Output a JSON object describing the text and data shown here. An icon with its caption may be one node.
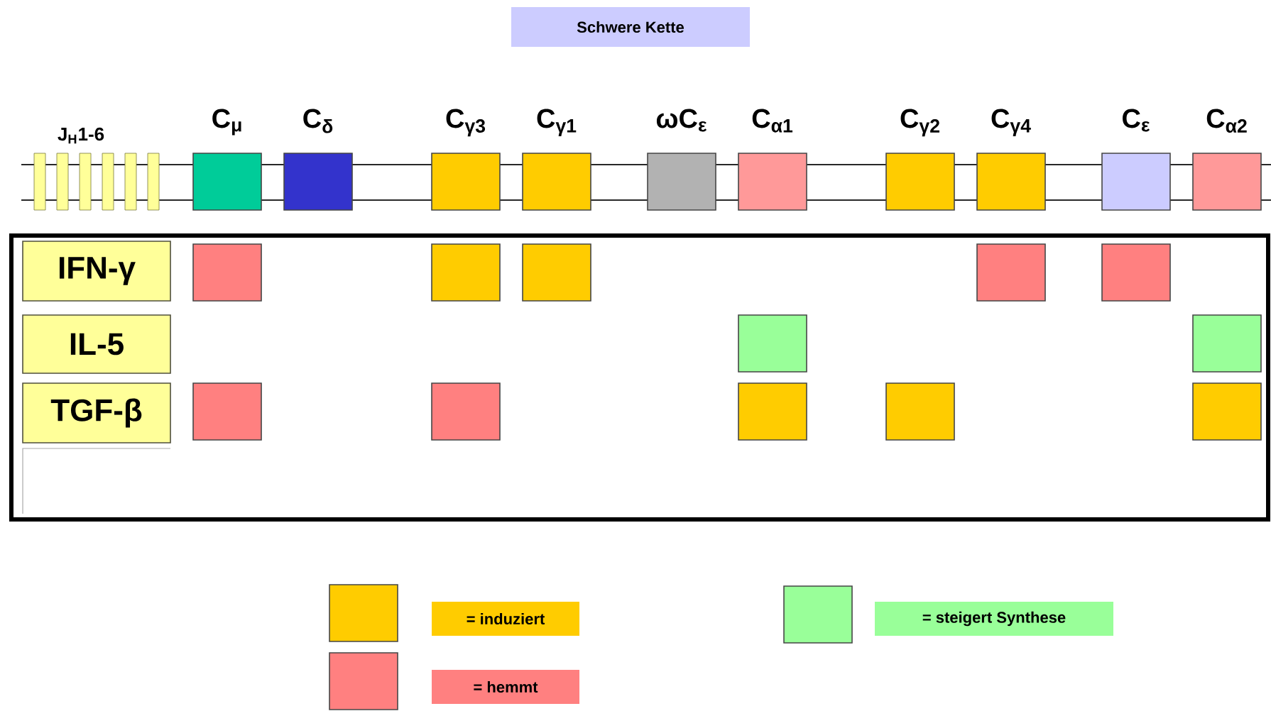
{
  "diagram": {
    "title": "Schwere Kette",
    "nodes": [
      {
        "text": [],
        "shape": "bar"
      },
      {
        "text": [],
        "shape": "bar"
      },
      {
        "text": [],
        "shape": "bar"
      },
      {
        "text": [],
        "shape": "bar"
      },
      {
        "text": [],
        "shape": "bar"
      },
      {
        "text": [],
        "shape": "bar"
      },
      {
        "text": [
          "C$_{μ}$"
        ]
      },
      {
        "text": [
          "C$_{δ}$"
        ]
      },
      {
        "text": [
          "C$_{γ3}$"
        ]
      },
      {
        "text": [
          "C$_{γ1}$"
        ]
      },
      {
        "text": [
          "ωC$_{ε}$"
        ]
      },
      {
        "text": [
          "C$_{α1}$"
        ]
      },
      {
        "text": [
          "C$_{γ2}$"
        ]
      },
      {
        "text": [
          "C$_{γ4}$"
        ]
      },
      {
        "text": [
          "C$_{ε}$"
        ]
      },
      {
        "text": [
          "C$_{α2}$"
        ]
      },
      {
        "text": [],
        "shape": "box"
      },
      {
        "text": [
          "IFN-γ"
        ],
        "in": 16
      },
      {
        "text": [],
        "shape": "box",
        "in": 16
      },
      {
        "text": [],
        "shape": "box",
        "in": 16
      },
      {
        "text": [],
        "shape": "box",
        "in": 16
      },
      {
        "text": [],
        "shape": "box",
        "in": 16
      },
      {
        "text": [],
        "shape": "box",
        "in": 16
      },
      {
        "text": [
          "IL-5"
        ],
        "in": 16
      },
      {
        "text": [],
        "shape": "box",
        "in": 16
      },
      {
        "text": [],
        "shape": "box",
        "in": 16
      },
      {
        "text": [
          "TGF-β"
        ],
        "in": 16
      },
      {
        "text": [],
        "shape": "box",
        "in": 16
      },
      {
        "text": [],
        "shape": "box",
        "in": 16
      },
      {
        "text": [],
        "shape": "box",
        "in": 16
      },
      {
        "text": [],
        "shape": "box",
        "in": 16
      },
      {
        "text": [],
        "shape": "box",
        "in": 16
      }
    ],
    "labels": [
      "J$_{H}$1-6"
    ],
    "legend": [
      {
        "text": "= induziert",
        "color": "#ffcc00"
      },
      {
        "text": "= hemmt",
        "color": "#ff8080"
      },
      {
        "text": "= steigert Synthese",
        "color": "#99ff99"
      }
    ]
  }
}
